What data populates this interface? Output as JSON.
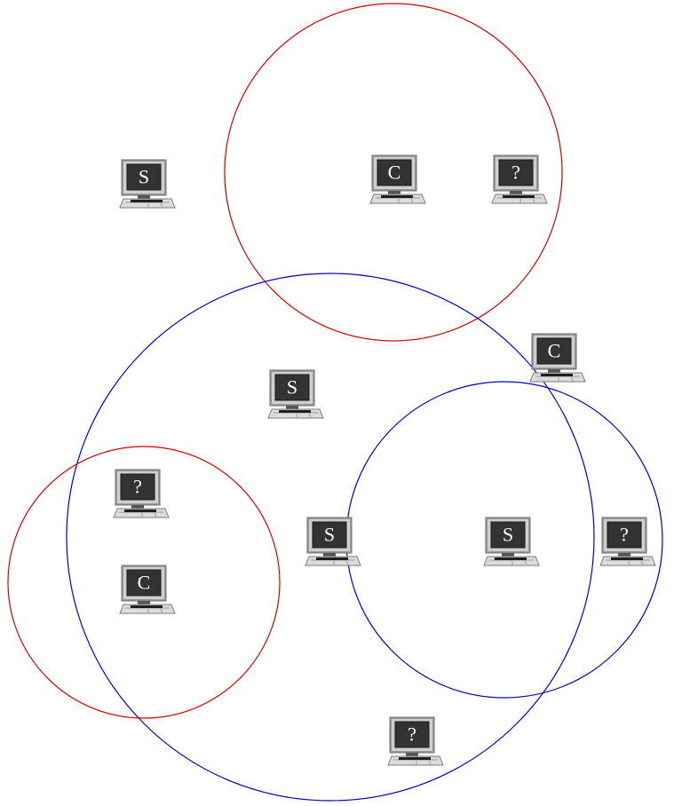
{
  "colors": {
    "red_range": "#d40000",
    "blue_range": "#0000cc",
    "screen": "#333333",
    "monitor_body": "#c8c8c8",
    "label_text": "#ffffff"
  },
  "ranges": [
    {
      "id": "top-red",
      "color": "red"
    },
    {
      "id": "large-blue",
      "color": "blue"
    },
    {
      "id": "left-red",
      "color": "red"
    },
    {
      "id": "right-blue",
      "color": "blue"
    }
  ],
  "computers": [
    {
      "id": "pc-1",
      "label": "S"
    },
    {
      "id": "pc-2",
      "label": "C"
    },
    {
      "id": "pc-3",
      "label": "?"
    },
    {
      "id": "pc-4",
      "label": "C"
    },
    {
      "id": "pc-5",
      "label": "S"
    },
    {
      "id": "pc-6",
      "label": "?"
    },
    {
      "id": "pc-7",
      "label": "C"
    },
    {
      "id": "pc-8",
      "label": "S"
    },
    {
      "id": "pc-9",
      "label": "S"
    },
    {
      "id": "pc-10",
      "label": "?"
    },
    {
      "id": "pc-11",
      "label": "?"
    }
  ]
}
